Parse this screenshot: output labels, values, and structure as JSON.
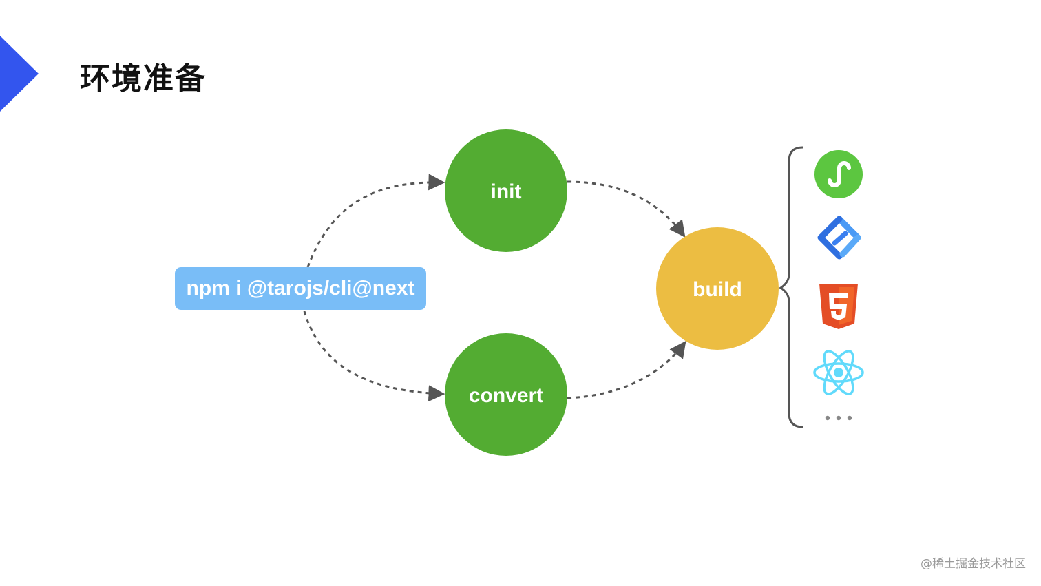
{
  "title": "环境准备",
  "command": "npm i @tarojs/cli@next",
  "nodes": {
    "init": "init",
    "convert": "convert",
    "build": "build"
  },
  "platforms": [
    "wechat-miniprogram-icon",
    "alipay-miniprogram-icon",
    "html5-icon",
    "react-icon",
    "more-ellipsis"
  ],
  "more": "···",
  "watermark": "@稀土掘金技术社区",
  "colors": {
    "accent_chevron": "#3355ee",
    "node_green": "#53ac32",
    "node_build": "#ecbd42",
    "command_box": "#79bdf7",
    "edge": "#555555"
  }
}
